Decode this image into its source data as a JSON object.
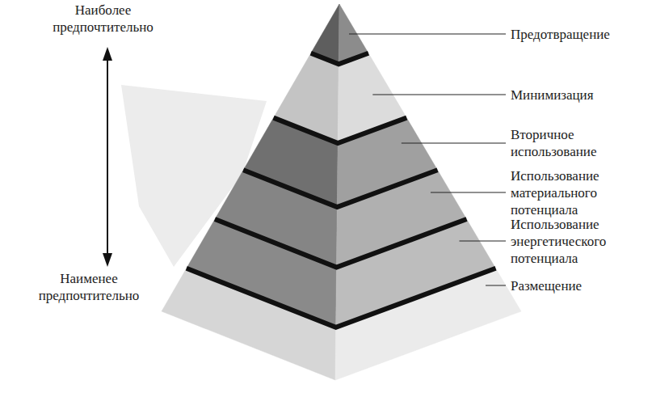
{
  "diagram": {
    "nodes": [
      {
        "text": [
          "Предотвращение"
        ]
      },
      {
        "text": [
          "Минимизация"
        ]
      },
      {
        "text": [
          "Вторичное использование"
        ]
      },
      {
        "text": [
          "Использование материального потенциала"
        ]
      },
      {
        "text": [
          "Использование энергетического потенциала"
        ]
      },
      {
        "text": [
          "Размещение"
        ]
      }
    ],
    "edges": [],
    "labels": [
      "Наиболее предпочтительно",
      "Наименее предпочтительно"
    ]
  }
}
